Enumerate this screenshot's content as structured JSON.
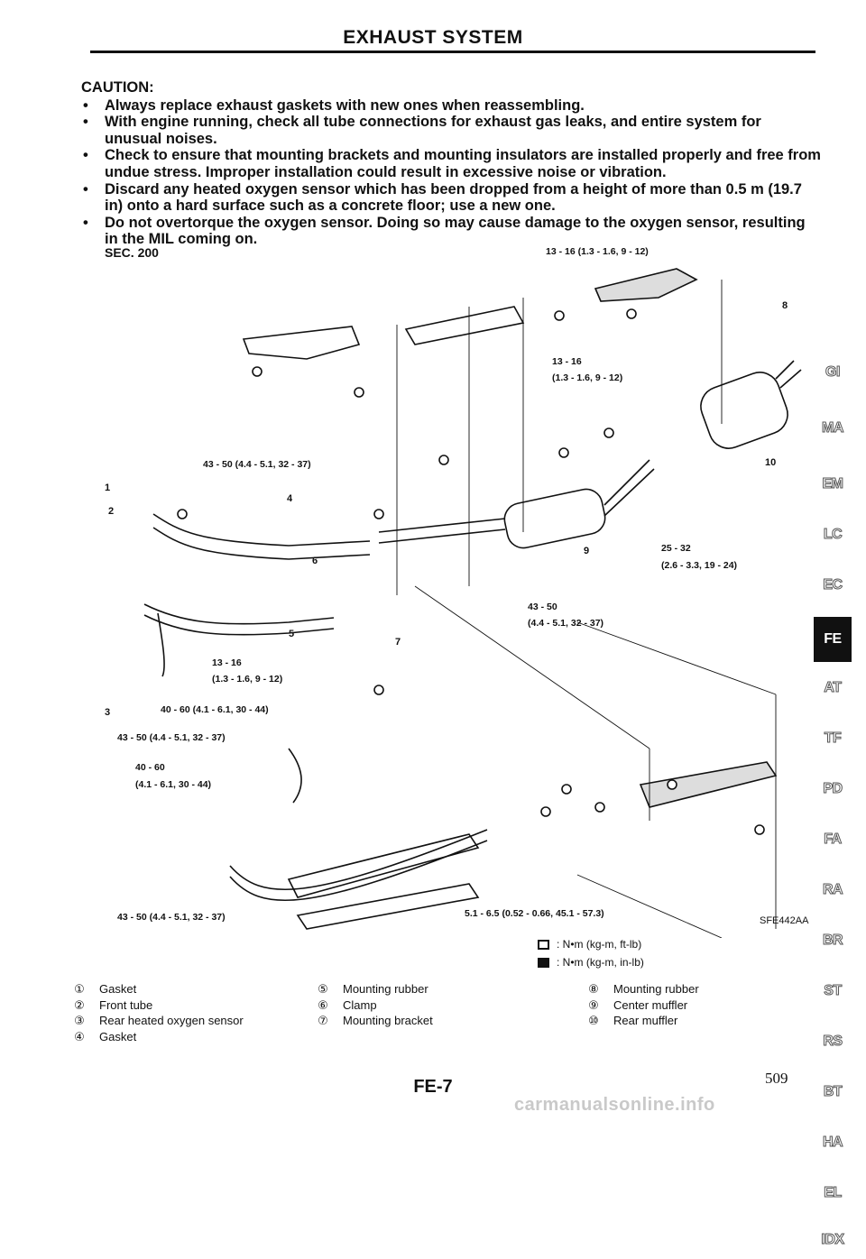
{
  "header": {
    "title": "EXHAUST SYSTEM"
  },
  "caution": {
    "heading": "CAUTION:",
    "items": [
      "Always replace exhaust gaskets with new ones when reassembling.",
      "With engine running, check all tube connections for exhaust gas leaks, and entire system for unusual noises.",
      "Check to ensure that mounting brackets and mounting insulators are installed properly and free from undue stress. Improper installation could result in excessive noise or vibration.",
      "Discard any heated oxygen sensor which has been dropped from a height of more than 0.5 m (19.7 in) onto a hard surface such as a concrete floor; use a new one.",
      "Do not overtorque the oxygen sensor. Doing so may cause damage to the oxygen sensor, resulting in the MIL coming on."
    ]
  },
  "diagram": {
    "section": "SEC. 200",
    "figure_code": "SFE442AA",
    "torques": [
      "13 - 16 (1.3 - 1.6, 9 - 12)",
      "13 - 16",
      "(1.3 - 1.6, 9 - 12)",
      "43 - 50 (4.4 - 5.1, 32 - 37)",
      "25 - 32",
      "(2.6 - 3.3, 19 - 24)",
      "43 - 50",
      "(4.4 - 5.1, 32 - 37)",
      "13 - 16",
      "(1.3 - 1.6, 9 - 12)",
      "40 - 60 (4.1 - 6.1, 30 - 44)",
      "43 - 50 (4.4 - 5.1, 32 - 37)",
      "40 - 60",
      "(4.1 - 6.1, 30 - 44)",
      "43 - 50 (4.4 - 5.1, 32 - 37)",
      "5.1 - 6.5 (0.52 - 0.66, 45.1 - 57.3)"
    ],
    "callouts": [
      "1",
      "2",
      "3",
      "4",
      "5",
      "6",
      "7",
      "8",
      "9",
      "10"
    ]
  },
  "units": [
    {
      "icon": "torque-wrench-icon",
      "text": ": N•m (kg-m, ft-lb)"
    },
    {
      "icon": "torque-wrench-small-icon",
      "text": ": N•m (kg-m, in-lb)"
    }
  ],
  "legend": {
    "col1": [
      {
        "num": "①",
        "label": "Gasket"
      },
      {
        "num": "②",
        "label": "Front tube"
      },
      {
        "num": "③",
        "label": "Rear heated oxygen sensor"
      },
      {
        "num": "④",
        "label": "Gasket"
      }
    ],
    "col2": [
      {
        "num": "⑤",
        "label": "Mounting rubber"
      },
      {
        "num": "⑥",
        "label": "Clamp"
      },
      {
        "num": "⑦",
        "label": "Mounting bracket"
      }
    ],
    "col3": [
      {
        "num": "⑧",
        "label": "Mounting rubber"
      },
      {
        "num": "⑨",
        "label": "Center muffler"
      },
      {
        "num": "⑩",
        "label": "Rear muffler"
      }
    ]
  },
  "sidebar": {
    "tabs": [
      "GI",
      "MA",
      "EM",
      "LC",
      "EC",
      "FE",
      "AT",
      "TF",
      "PD",
      "FA",
      "RA",
      "BR",
      "ST",
      "RS",
      "BT",
      "HA",
      "EL",
      "IDX"
    ],
    "active": "FE"
  },
  "footer": {
    "page_code": "FE-7",
    "page_number": "509",
    "watermark": "carmanualsonline.info"
  }
}
